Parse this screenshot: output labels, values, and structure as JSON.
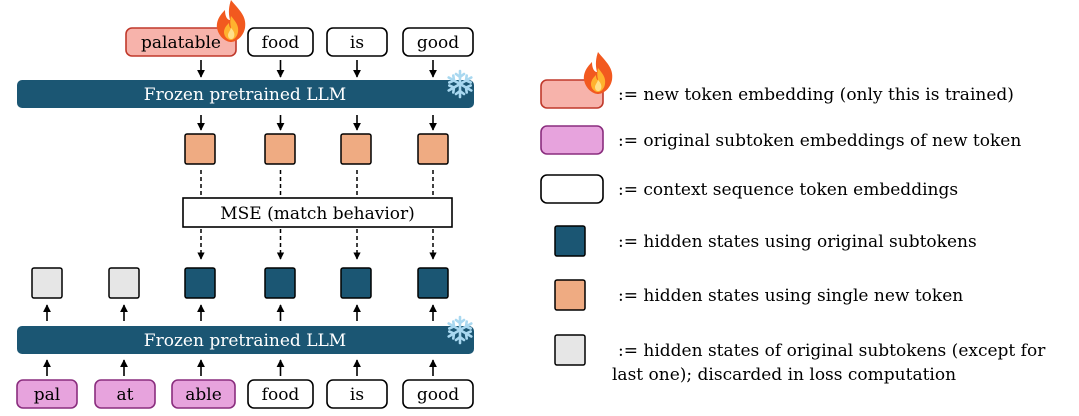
{
  "top_tokens": [
    "palatable",
    "food",
    "is",
    "good"
  ],
  "bottom_tokens": [
    "pal",
    "at",
    "able",
    "food",
    "is",
    "good"
  ],
  "llm_label": "Frozen pretrained LLM",
  "mse_label": "MSE (match behavior)",
  "legend": [
    {
      "kind": "new-token-embedding",
      "text": ":= new token embedding (only this is trained)"
    },
    {
      "kind": "original-subtoken-embeddings",
      "text": ":= original subtoken embeddings of new token"
    },
    {
      "kind": "context-token-embeddings",
      "text": ":= context sequence token embeddings"
    },
    {
      "kind": "hidden-original",
      "text": ":= hidden states using original subtokens"
    },
    {
      "kind": "hidden-new",
      "text": ":= hidden states using single new token"
    },
    {
      "kind": "hidden-discarded",
      "text": ":= hidden states of original subtokens (except for",
      "text2": "last one); discarded in loss computation"
    }
  ],
  "colors": {
    "llm": "#1b5673",
    "new_token_fill": "#f7b3ab",
    "new_token_stroke": "#c0392b",
    "subtoken_fill": "#e7a3dd",
    "subtoken_stroke": "#8a2d7e",
    "hidden_new": "#efab82",
    "hidden_discarded": "#e6e6e6"
  },
  "icons": {
    "fire": "fire-icon",
    "snowflake": "snowflake-icon"
  }
}
